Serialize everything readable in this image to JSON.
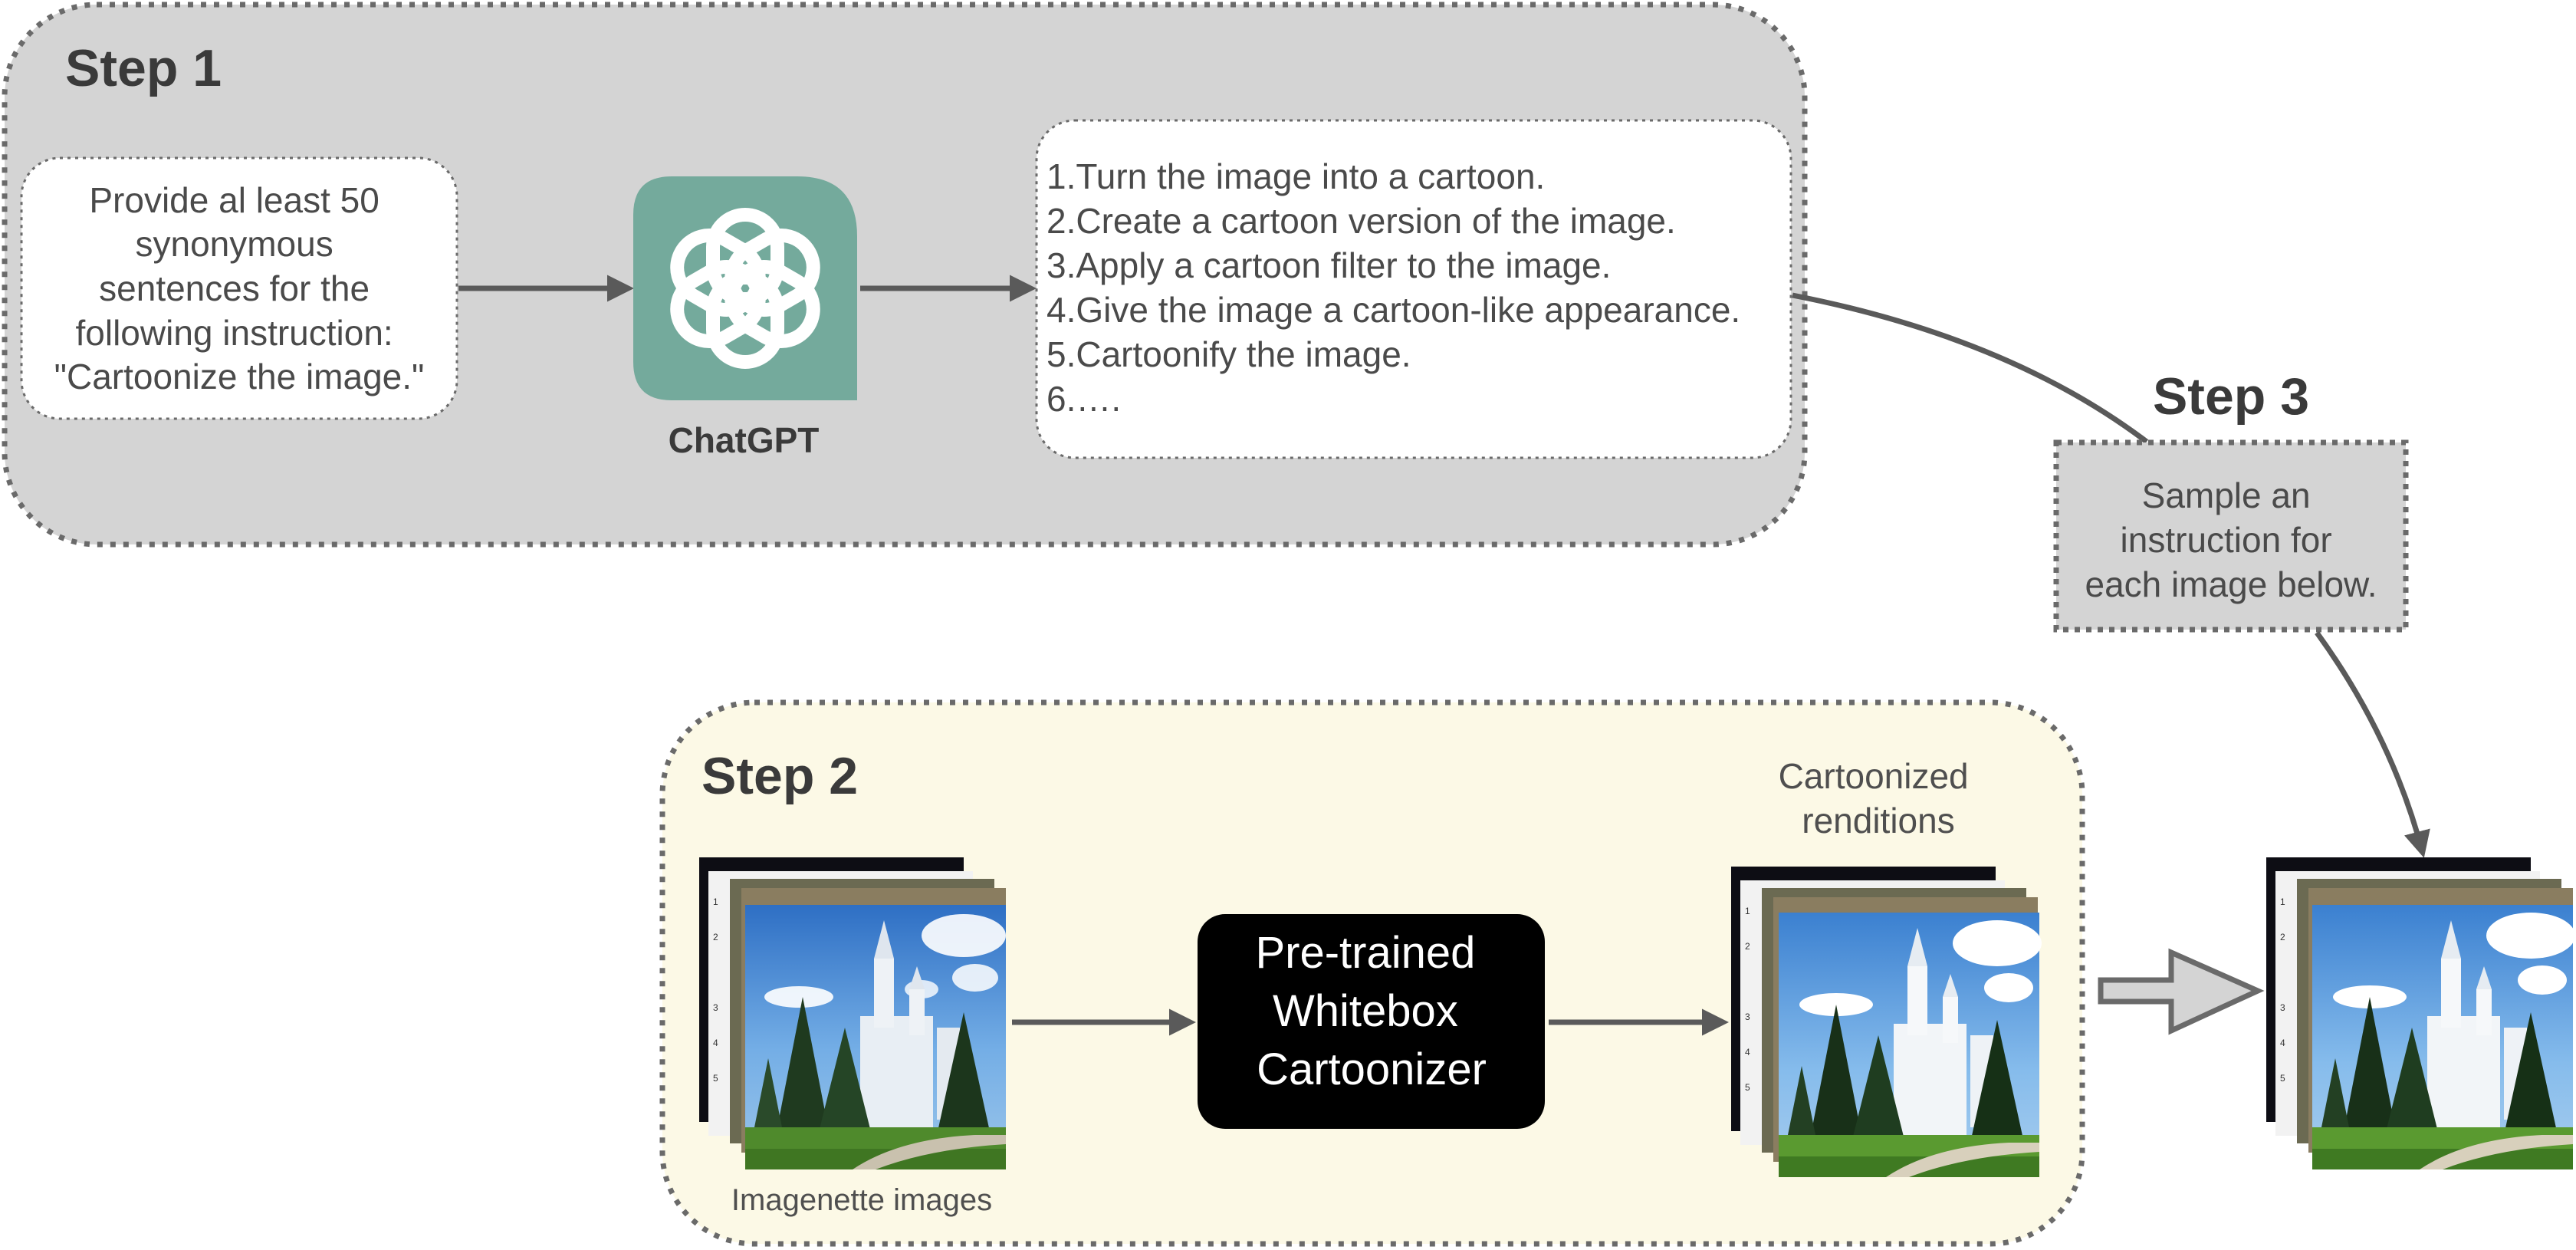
{
  "step1": {
    "title": "Step 1",
    "prompt_lines": [
      "Provide al least 50",
      "synonymous",
      "sentences for the",
      "following instruction:",
      "\"Cartoonize the image.\""
    ],
    "chatgpt_label": "ChatGPT",
    "output_lines": [
      "1.Turn the image into a cartoon.",
      "2.Create a cartoon version of the image.",
      "3.Apply a cartoon filter to the image.",
      "4.Give the image a cartoon-like appearance.",
      "5.Cartoonify the image.",
      "6.…."
    ]
  },
  "step2": {
    "title": "Step 2",
    "input_caption": "Imagenette images",
    "model_lines": [
      "Pre-trained",
      "Whitebox",
      "Cartoonizer"
    ],
    "output_caption_lines": [
      "Cartoonized",
      "renditions"
    ]
  },
  "step3": {
    "title": "Step 3",
    "box_lines": [
      "Sample an",
      "instruction for",
      "each image below."
    ]
  },
  "colors": {
    "step1_bg": "#d4d4d4",
    "step2_bg": "#fcf9e6",
    "step3_box_bg": "#d4d4d4",
    "chatgpt_green": "#74aa9c",
    "arrow": "#5a5a5a",
    "model_bg": "#000000"
  }
}
